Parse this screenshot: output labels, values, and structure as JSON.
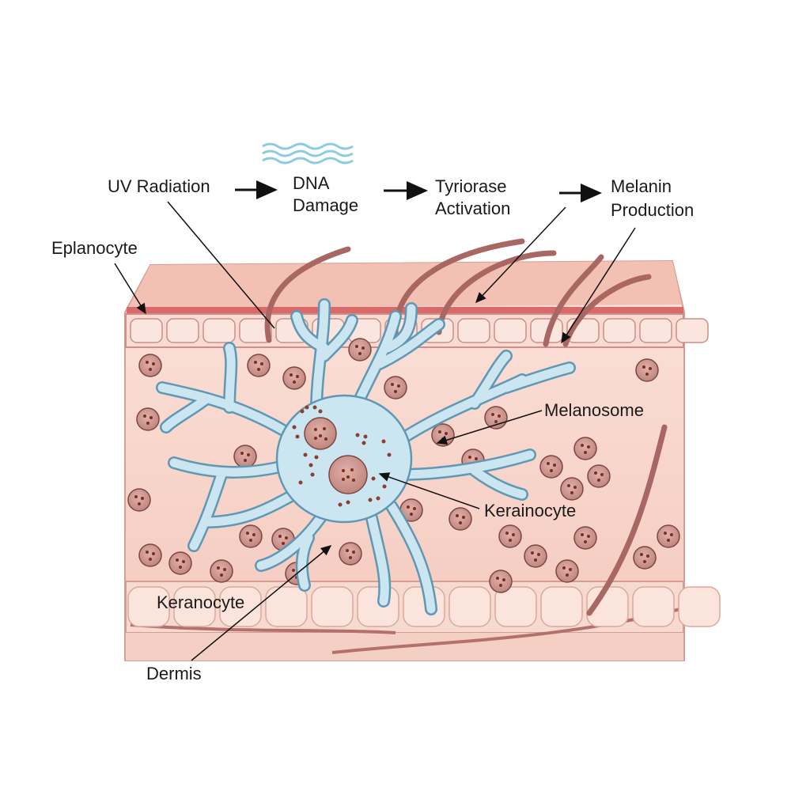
{
  "flow": {
    "step1": "UV Radiation",
    "step2_line1": "DNA",
    "step2_line2": "Damage",
    "step3_line1": "Tyriorase",
    "step3_line2": "Activation",
    "step4_line1": "Melanin",
    "step4_line2": "Production"
  },
  "labels": {
    "eplanocyte": "Eplanocyte",
    "melanosome": "Melanosome",
    "kerainocyte": "Kerainocyte",
    "keranocyte": "Keranocyte",
    "dermis": "Dermis"
  },
  "colors": {
    "skin": "#f6d2c8",
    "cell": "#c98f88",
    "melanocyte": "#cbe6f0",
    "melanocyte_outline": "#5f98b4",
    "uv_waves": "#8ccbe0"
  }
}
